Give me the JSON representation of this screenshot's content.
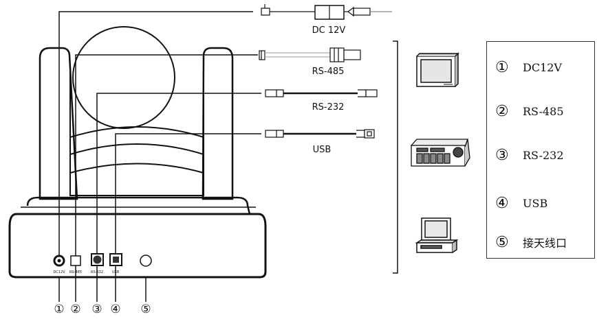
{
  "cables": {
    "dc": "DC 12V",
    "rs485": "RS-485",
    "rs232": "RS-232",
    "usb": "USB"
  },
  "ports": {
    "dc": "DC12V",
    "rs485": "RS-485",
    "rs232": "RS-232",
    "usb": "USB"
  },
  "bottom_numbers": [
    "①",
    "②",
    "③",
    "④",
    "⑤"
  ],
  "legend": [
    {
      "num": "①",
      "text": "DC12V"
    },
    {
      "num": "②",
      "text": "RS-485"
    },
    {
      "num": "③",
      "text": "RS-232"
    },
    {
      "num": "④",
      "text": "USB"
    },
    {
      "num": "⑤",
      "text": "接天线口"
    }
  ],
  "colors": {
    "line": "#111111",
    "cable_gray": "#9a9a9a",
    "device_fill": "#dddddd"
  },
  "icons": [
    "monitor-icon",
    "keyboard-controller-icon",
    "computer-icon"
  ]
}
